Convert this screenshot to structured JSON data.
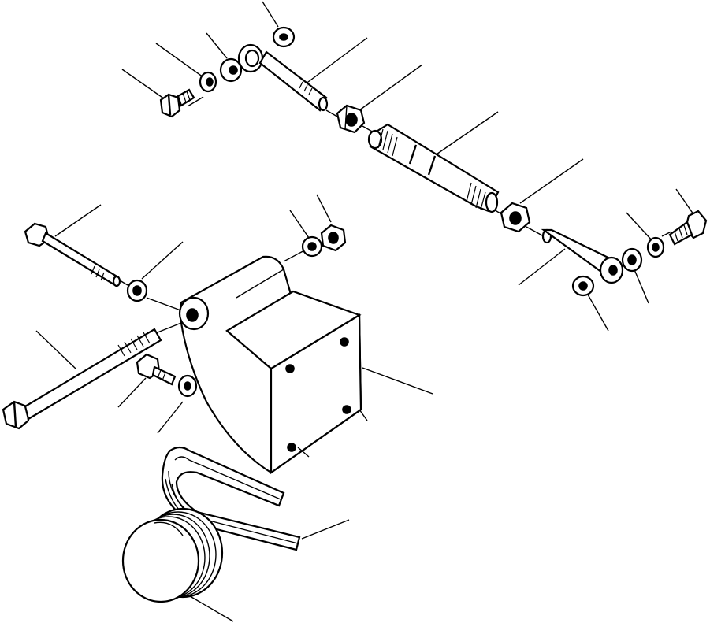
{
  "diagram": {
    "type": "exploded-parts-view",
    "parts": [
      "washer",
      "lock-washer",
      "bolt",
      "washer",
      "spacer-bolt",
      "nut",
      "adjusting-shaft",
      "nut",
      "bolt",
      "lock-washer",
      "washer",
      "spacer-bolt",
      "washer",
      "bolt",
      "washer",
      "nut",
      "washer",
      "long-bolt",
      "bolt",
      "washer",
      "bracket",
      "fan-belt",
      "pulley"
    ],
    "label_text": []
  }
}
